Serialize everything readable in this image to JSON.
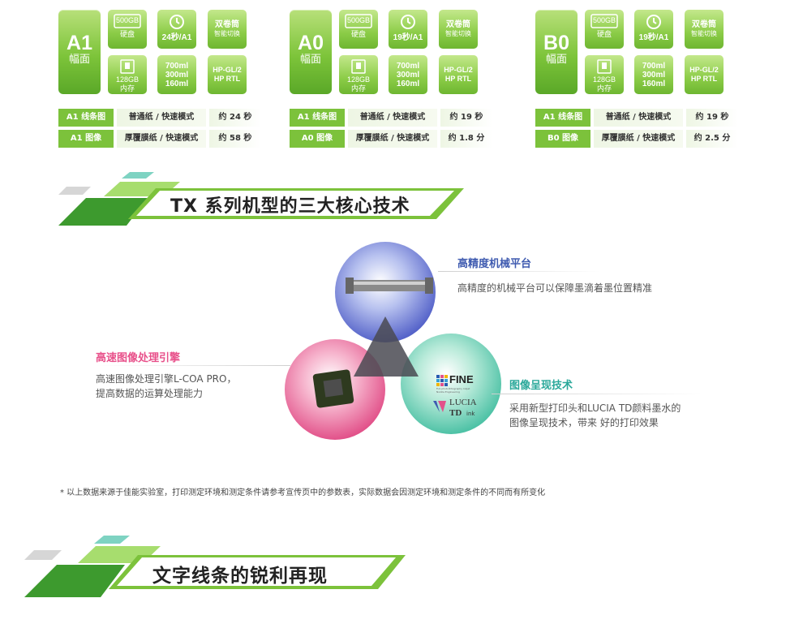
{
  "models": [
    {
      "size": "A1",
      "size_label": "幅面",
      "hdd": "500GB",
      "hdd_label": "硬盘",
      "speed": "24秒/A1",
      "roll1": "双卷筒",
      "roll2": "智能切换",
      "mem": "128GB",
      "mem_label": "内存",
      "ink1": "700ml",
      "ink2": "300ml",
      "ink3": "160ml",
      "lang1": "HP-GL/2",
      "lang2": "HP RTL",
      "rows": [
        {
          "tag": "A1 线条图",
          "mode": "普通纸 / 快速模式",
          "time": "约 24 秒"
        },
        {
          "tag": "A1 图像",
          "mode": "厚覆膜纸 / 快速模式",
          "time": "约 58 秒"
        }
      ]
    },
    {
      "size": "A0",
      "size_label": "幅面",
      "hdd": "500GB",
      "hdd_label": "硬盘",
      "speed": "19秒/A1",
      "roll1": "双卷筒",
      "roll2": "智能切换",
      "mem": "128GB",
      "mem_label": "内存",
      "ink1": "700ml",
      "ink2": "300ml",
      "ink3": "160ml",
      "lang1": "HP-GL/2",
      "lang2": "HP RTL",
      "rows": [
        {
          "tag": "A1 线条图",
          "mode": "普通纸 / 快速模式",
          "time": "约 19 秒"
        },
        {
          "tag": "A0 图像",
          "mode": "厚覆膜纸 / 快速模式",
          "time": "约 1.8 分"
        }
      ]
    },
    {
      "size": "B0",
      "size_label": "幅面",
      "hdd": "500GB",
      "hdd_label": "硬盘",
      "speed": "19秒/A1",
      "roll1": "双卷筒",
      "roll2": "智能切换",
      "mem": "128GB",
      "mem_label": "内存",
      "ink1": "700ml",
      "ink2": "300ml",
      "ink3": "160ml",
      "lang1": "HP-GL/2",
      "lang2": "HP RTL",
      "rows": [
        {
          "tag": "A1 线条图",
          "mode": "普通纸 / 快速模式",
          "time": "约 19 秒"
        },
        {
          "tag": "B0 图像",
          "mode": "厚覆膜纸 / 快速模式",
          "time": "约 2.5 分"
        }
      ]
    }
  ],
  "section1_title": "TX 系列机型的三大核心技术",
  "features": {
    "platform": {
      "title": "高精度机械平台",
      "desc": "高精度的机械平台可以保障墨滴着墨位置精准",
      "color": "#3f5bb0"
    },
    "engine": {
      "title": "高速图像处理引擎",
      "desc1": "高速图像处理引擎L-COA PRO，",
      "desc2": "提高数据的运算处理能力",
      "color": "#e8508a"
    },
    "imaging": {
      "title": "图像呈现技术",
      "desc1": "采用新型打印头和LUCIA TD颜料墨水的",
      "desc2": "图像呈现技术，带来   好的打印效果",
      "color": "#2aa89a"
    }
  },
  "logos": {
    "fine": "FINE",
    "fine_sub1": "Full-photolithography Inkjet",
    "fine_sub2": "Nozzle Engineering",
    "lucia": "LUCIA",
    "td": "TD",
    "ink": "ink"
  },
  "footnote": "* 以上数据来源于佳能实验室，打印测定环境和测定条件请参考宣传页中的参数表，实际数据会因测定环境和测定条件的不同而有所变化",
  "section2_title": "文字线条的锐利再现",
  "colors": {
    "green": "#7cc23b",
    "dark_green": "#3d9a2e",
    "teal": "#5fbcae"
  }
}
